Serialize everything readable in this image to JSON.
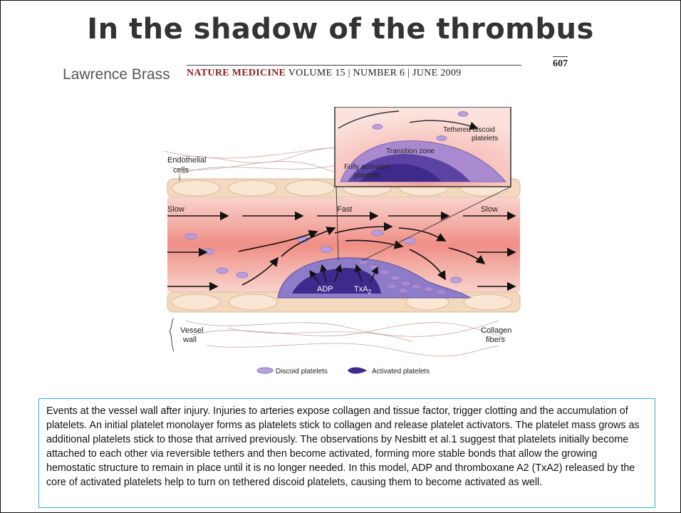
{
  "header": {
    "title": "In the shadow of the thrombus",
    "author": "Lawrence Brass",
    "journal": "NATURE MEDICINE",
    "citation_rest": " VOLUME 15 | NUMBER 6 | JUNE 2009",
    "page_number": "607"
  },
  "figure": {
    "labels": {
      "endothelial": [
        "Endothelial",
        "cells"
      ],
      "slow_left": "Slow",
      "fast": "Fast",
      "slow_right": "Slow",
      "adp": "ADP",
      "txa": "TxA",
      "txa_sub": "2",
      "vessel_wall": [
        "Vessel",
        "wall"
      ],
      "collagen": [
        "Collagen",
        "fibers"
      ],
      "inset_tethered": [
        "Tethered discoid",
        "platelets"
      ],
      "inset_transition": "Transition zone",
      "inset_activated": [
        "Fully activated",
        "platelets"
      ]
    },
    "legend": {
      "discoid": "Discoid platelets",
      "activated": "Activated platelets"
    },
    "colors": {
      "lumen": "#f7c9c2",
      "lumen_core": "#f08f86",
      "endothelium": "#f3d9be",
      "platelet_discoid": "#a98ad0",
      "platelet_activated": "#3d2a8a"
    }
  },
  "caption": "Events at the vessel wall after injury. Injuries to arteries expose collagen and tissue factor, trigger clotting and the accumulation of platelets. An initial platelet monolayer forms as platelets stick to collagen and release platelet activators. The platelet mass grows as additional platelets stick to those that arrived previously. The observations by Nesbitt et al.1 suggest that platelets initially become attached to each other via reversible tethers and then become activated, forming more stable bonds that allow the growing hemostatic structure to remain in place until it is no longer needed. In this model, ADP and thromboxane A2 (TxA2) released by the core of activated platelets help to turn on tethered discoid platelets, causing them to become activated as well."
}
